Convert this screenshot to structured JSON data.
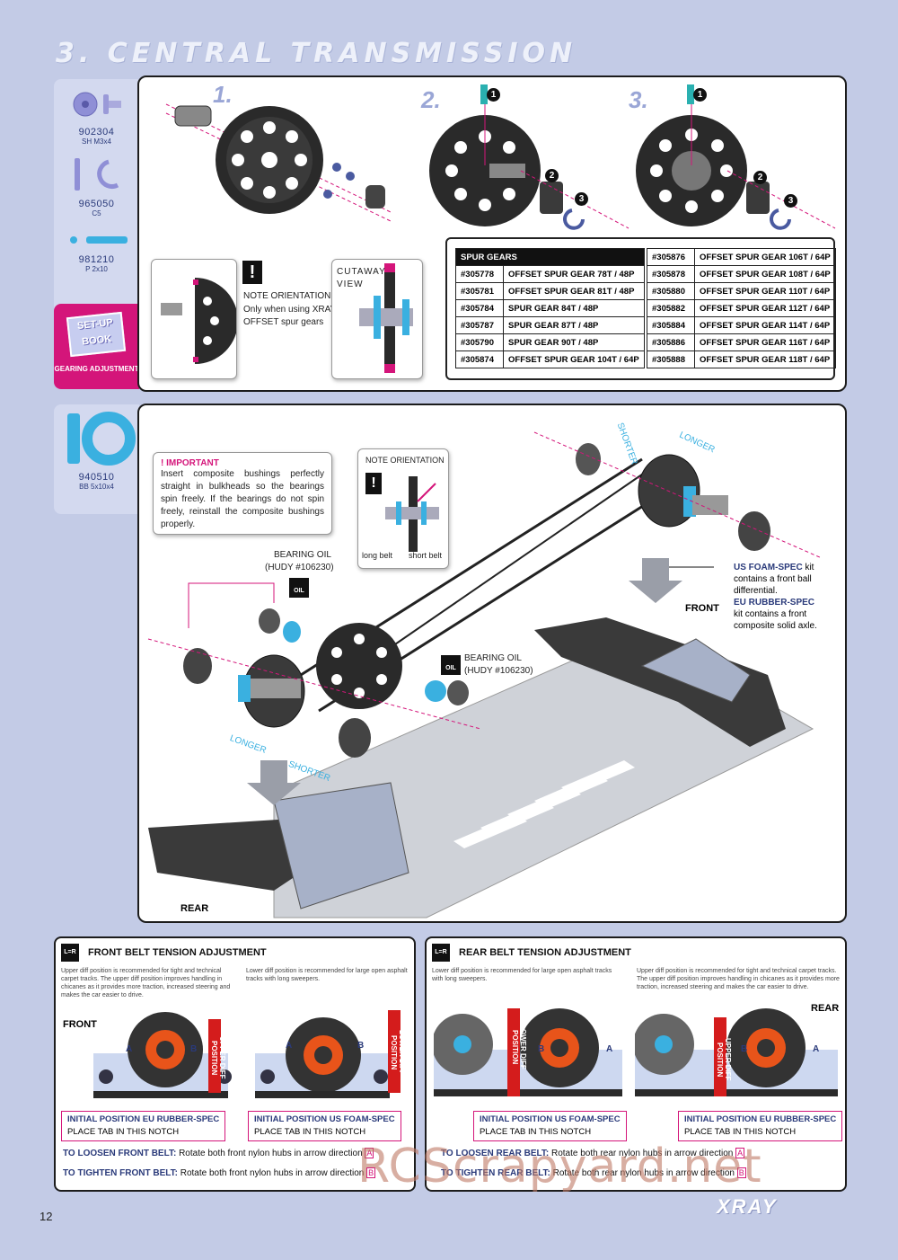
{
  "page": {
    "title": "3. CENTRAL TRANSMISSION",
    "page_number": "12",
    "brand": "XRAY",
    "watermark": "RCScrapyard.net"
  },
  "sidebar": {
    "parts_top": [
      {
        "code": "902304",
        "desc": "SH M3x4"
      },
      {
        "code": "965050",
        "desc": "C5"
      },
      {
        "code": "981210",
        "desc": "P 2x10"
      }
    ],
    "setup_book": {
      "badge": "SET-UP BOOK",
      "label": "GEARING ADJUSTMENT"
    },
    "parts_mid": {
      "code": "940510",
      "desc": "BB 5x10x4"
    }
  },
  "top_panel": {
    "steps": [
      "1.",
      "2.",
      "3."
    ],
    "callouts": [
      "1",
      "2",
      "3"
    ],
    "note_orientation": {
      "title": "NOTE ORIENTATION",
      "text1": "Only when using XRAY",
      "text2": "OFFSET spur gears"
    },
    "cutaway": {
      "line1": "CUTAWAY",
      "line2": "VIEW"
    },
    "spur_table_left": {
      "header": "SPUR GEARS",
      "rows": [
        [
          "#305778",
          "OFFSET SPUR GEAR 78T / 48P"
        ],
        [
          "#305781",
          "OFFSET SPUR GEAR 81T / 48P"
        ],
        [
          "#305784",
          "SPUR GEAR 84T / 48P"
        ],
        [
          "#305787",
          "SPUR GEAR 87T / 48P"
        ],
        [
          "#305790",
          "SPUR GEAR 90T / 48P"
        ],
        [
          "#305874",
          "OFFSET SPUR GEAR 104T / 64P"
        ]
      ]
    },
    "spur_table_right": {
      "rows": [
        [
          "#305876",
          "OFFSET SPUR GEAR 106T / 64P"
        ],
        [
          "#305878",
          "OFFSET SPUR GEAR 108T / 64P"
        ],
        [
          "#305880",
          "OFFSET SPUR GEAR 110T / 64P"
        ],
        [
          "#305882",
          "OFFSET SPUR GEAR 112T / 64P"
        ],
        [
          "#305884",
          "OFFSET SPUR GEAR 114T / 64P"
        ],
        [
          "#305886",
          "OFFSET SPUR GEAR 116T / 64P"
        ],
        [
          "#305888",
          "OFFSET SPUR GEAR 118T / 64P"
        ]
      ]
    }
  },
  "mid_panel": {
    "important": {
      "title": "! IMPORTANT",
      "text": "Insert composite bushings perfectly straight in bulkheads so the bearings spin freely. If the bearings do not spin freely, reinstall the composite bushings properly."
    },
    "note_orientation": {
      "title": "NOTE ORIENTATION",
      "long": "long belt",
      "short": "short belt"
    },
    "bearing_oil_1": {
      "line1": "BEARING OIL",
      "line2": "(HUDY #106230)"
    },
    "bearing_oil_2": {
      "line1": "BEARING OIL",
      "line2": "(HUDY #106230)"
    },
    "oil_tag": "OIL",
    "shorter_top": "SHORTER",
    "longer_top": "LONGER",
    "longer_bottom": "LONGER",
    "shorter_bottom": "SHORTER",
    "front": "FRONT",
    "rear": "REAR",
    "spec_note": {
      "us_title": "US FOAM-SPEC",
      "us_text": "kit contains a front ball differential.",
      "eu_title": "EU RUBBER-SPEC",
      "eu_text": "kit contains a front composite solid axle."
    }
  },
  "front_belt": {
    "badge": "L=R",
    "title": "FRONT BELT TENSION ADJUSTMENT",
    "note_left": "Upper diff position is recommended for tight and technical carpet tracks. The upper diff position improves handling in chicanes as it provides more traction, increased steering and makes the car easier to drive.",
    "note_right": "Lower diff position is recommended for large open asphalt tracks with long sweepers.",
    "front_label": "FRONT",
    "arrow_left": "UPPER DIFF POSITION",
    "arrow_right": "LOWER DIFF POSITION",
    "letter_a": "A",
    "letter_b": "B",
    "init_left": {
      "title": "INITIAL POSITION EU RUBBER-SPEC",
      "text": "PLACE TAB IN THIS NOTCH"
    },
    "init_right": {
      "title": "INITIAL POSITION US FOAM-SPEC",
      "text": "PLACE TAB IN THIS NOTCH"
    },
    "loosen": {
      "bold": "TO LOOSEN FRONT BELT:",
      "text": "Rotate both front nylon hubs in arrow direction",
      "box": "A"
    },
    "tighten": {
      "bold": "TO TIGHTEN FRONT BELT:",
      "text": "Rotate both front nylon hubs in arrow direction",
      "box": "B"
    }
  },
  "rear_belt": {
    "badge": "L=R",
    "title": "REAR BELT TENSION ADJUSTMENT",
    "note_left": "Lower diff position is recommended for large open asphalt tracks with long sweepers.",
    "note_right": "Upper diff position is recommended for tight and technical carpet tracks. The upper diff position improves handling in chicanes as it provides more traction, increased steering and makes the car easier to drive.",
    "rear_label": "REAR",
    "arrow_left": "LOWER DIFF POSITION",
    "arrow_right": "UPPER DIFF POSITION",
    "letter_a": "A",
    "letter_b": "B",
    "init_left": {
      "title": "INITIAL POSITION US FOAM-SPEC",
      "text": "PLACE TAB IN THIS NOTCH"
    },
    "init_right": {
      "title": "INITIAL POSITION EU RUBBER-SPEC",
      "text": "PLACE TAB IN THIS NOTCH"
    },
    "loosen": {
      "bold": "TO LOOSEN REAR BELT:",
      "text": "Rotate both rear nylon hubs in arrow direction",
      "box": "A"
    },
    "tighten": {
      "bold": "TO TIGHTEN REAR BELT:",
      "text": "Rotate both rear nylon hubs in arrow direction",
      "box": "B"
    }
  },
  "colors": {
    "background": "#c3cbe6",
    "accent_pink": "#d4157a",
    "part_blue": "#3ab0e0",
    "navy": "#2a3a7a"
  },
  "icons": [
    "screw-icon",
    "c-clip-icon",
    "pin-icon",
    "bearing-icon",
    "exclamation-icon",
    "oil-can-icon",
    "red-arrow-icon",
    "gear-icon"
  ]
}
